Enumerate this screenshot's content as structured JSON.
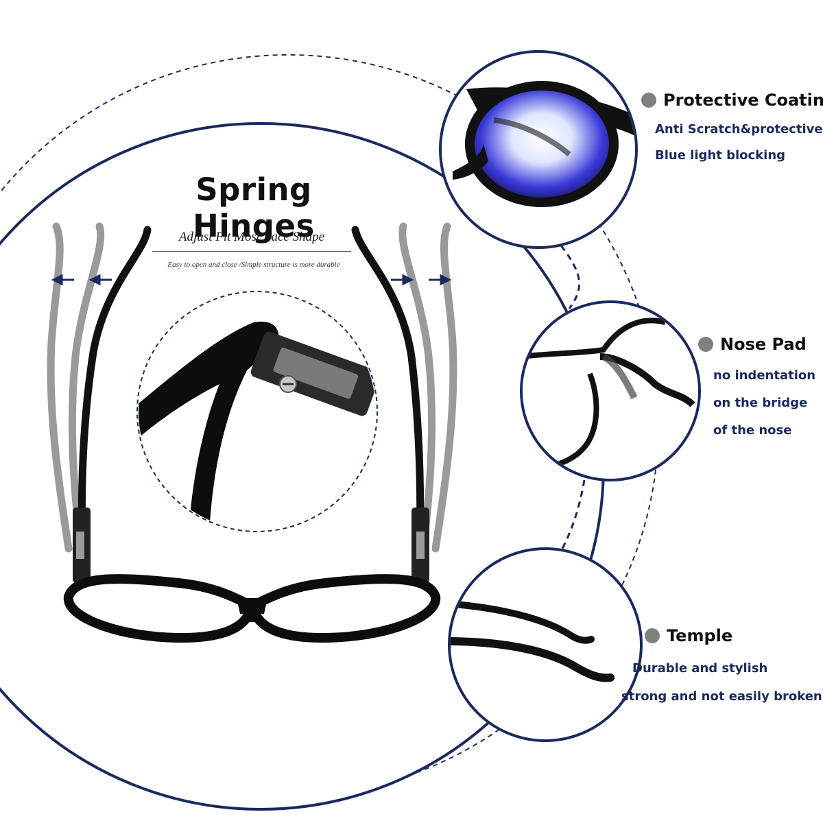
{
  "colors": {
    "navy": "#1a2a5e",
    "frame_black": "#111111",
    "arm_gray": "#9a9a9a",
    "dot_gray": "#808080"
  },
  "spring_hinges": {
    "title": "Spring Hinges",
    "subtitle": "Adjust Fit Most Face Shape",
    "caption": "Easy to open and close /Simple structure is more durable"
  },
  "features": [
    {
      "title": "Protective Coating",
      "lines": [
        "Anti Scratch&protective",
        "Blue light blocking"
      ],
      "icon": "glasses-lens-closeup"
    },
    {
      "title": "Nose Pad",
      "lines": [
        "no indentation",
        "on the bridge",
        "of the nose"
      ],
      "icon": "nose-pad-closeup"
    },
    {
      "title": "Temple",
      "lines": [
        "Durable and stylish",
        "strong and not easily broken"
      ],
      "icon": "temple-arm-closeup"
    }
  ]
}
